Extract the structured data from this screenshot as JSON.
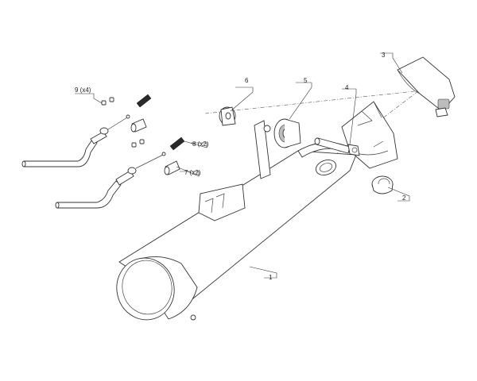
{
  "callouts": {
    "p1": "1",
    "p2": "2",
    "p3": "3",
    "p4": "4",
    "p5": "5",
    "p6": "6",
    "p7": "7 (x2)",
    "p8": "8 (x2)",
    "p9": "9 (x4)"
  }
}
